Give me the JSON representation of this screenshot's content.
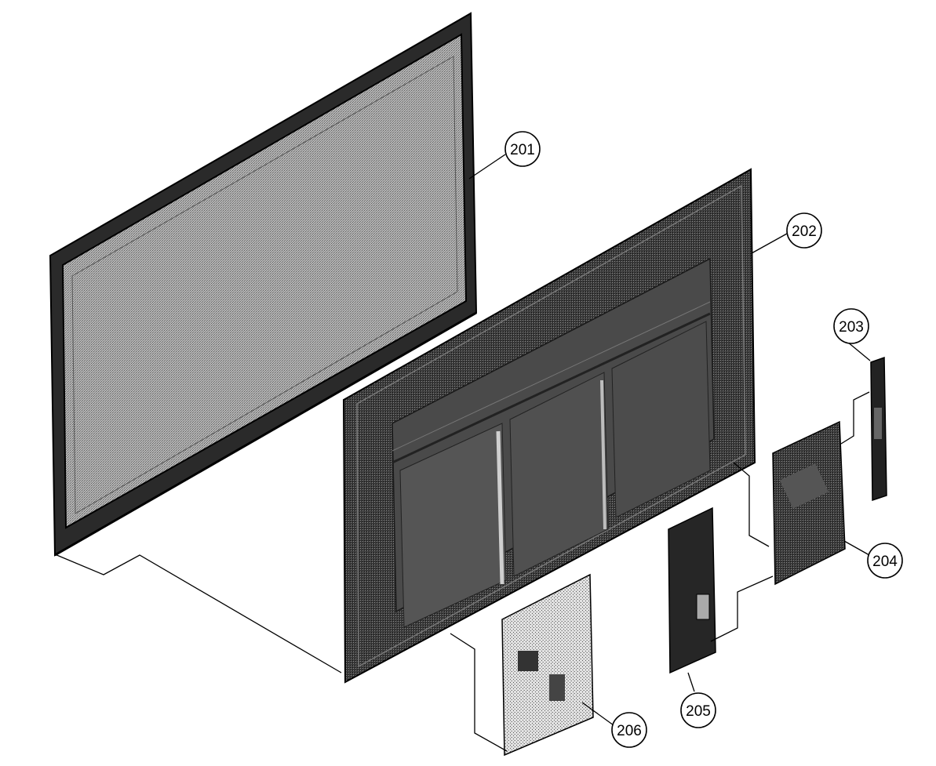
{
  "callouts": [
    {
      "id": "201",
      "label": "201"
    },
    {
      "id": "202",
      "label": "202"
    },
    {
      "id": "203",
      "label": "203"
    },
    {
      "id": "204",
      "label": "204"
    },
    {
      "id": "205",
      "label": "205"
    },
    {
      "id": "206",
      "label": "206"
    }
  ],
  "colors": {
    "ink": "#000000",
    "panel_fill": "#9a9a9a",
    "chassis_fill": "#2f2f2f",
    "board_fill": "#3a3a3a",
    "light_board_fill": "#c8c8c8",
    "background": "#ffffff"
  }
}
